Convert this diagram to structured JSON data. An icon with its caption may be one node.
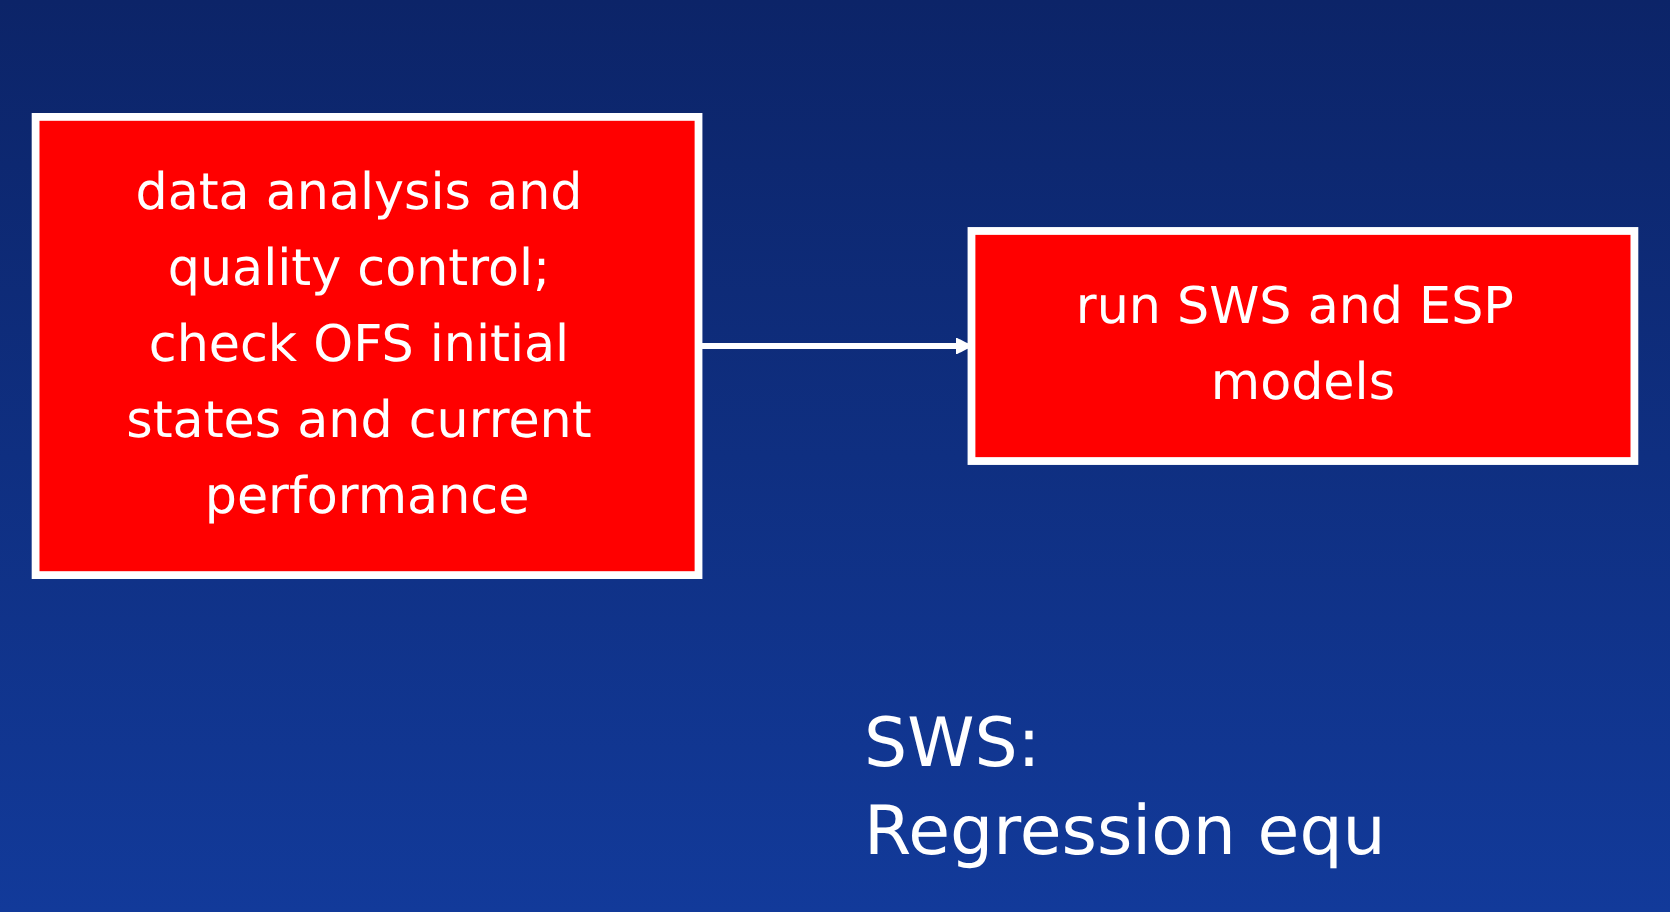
{
  "diagram": {
    "nodes": [
      {
        "text": [
          "data analysis and quality control; check OFS initial states and current performance"
        ]
      },
      {
        "text": [
          "run SWS and ESP models"
        ]
      }
    ],
    "edges": [
      {
        "from": 0,
        "to": 1,
        "arrow": "to"
      }
    ],
    "labels": [
      "SWS:",
      "Regression equ"
    ]
  }
}
